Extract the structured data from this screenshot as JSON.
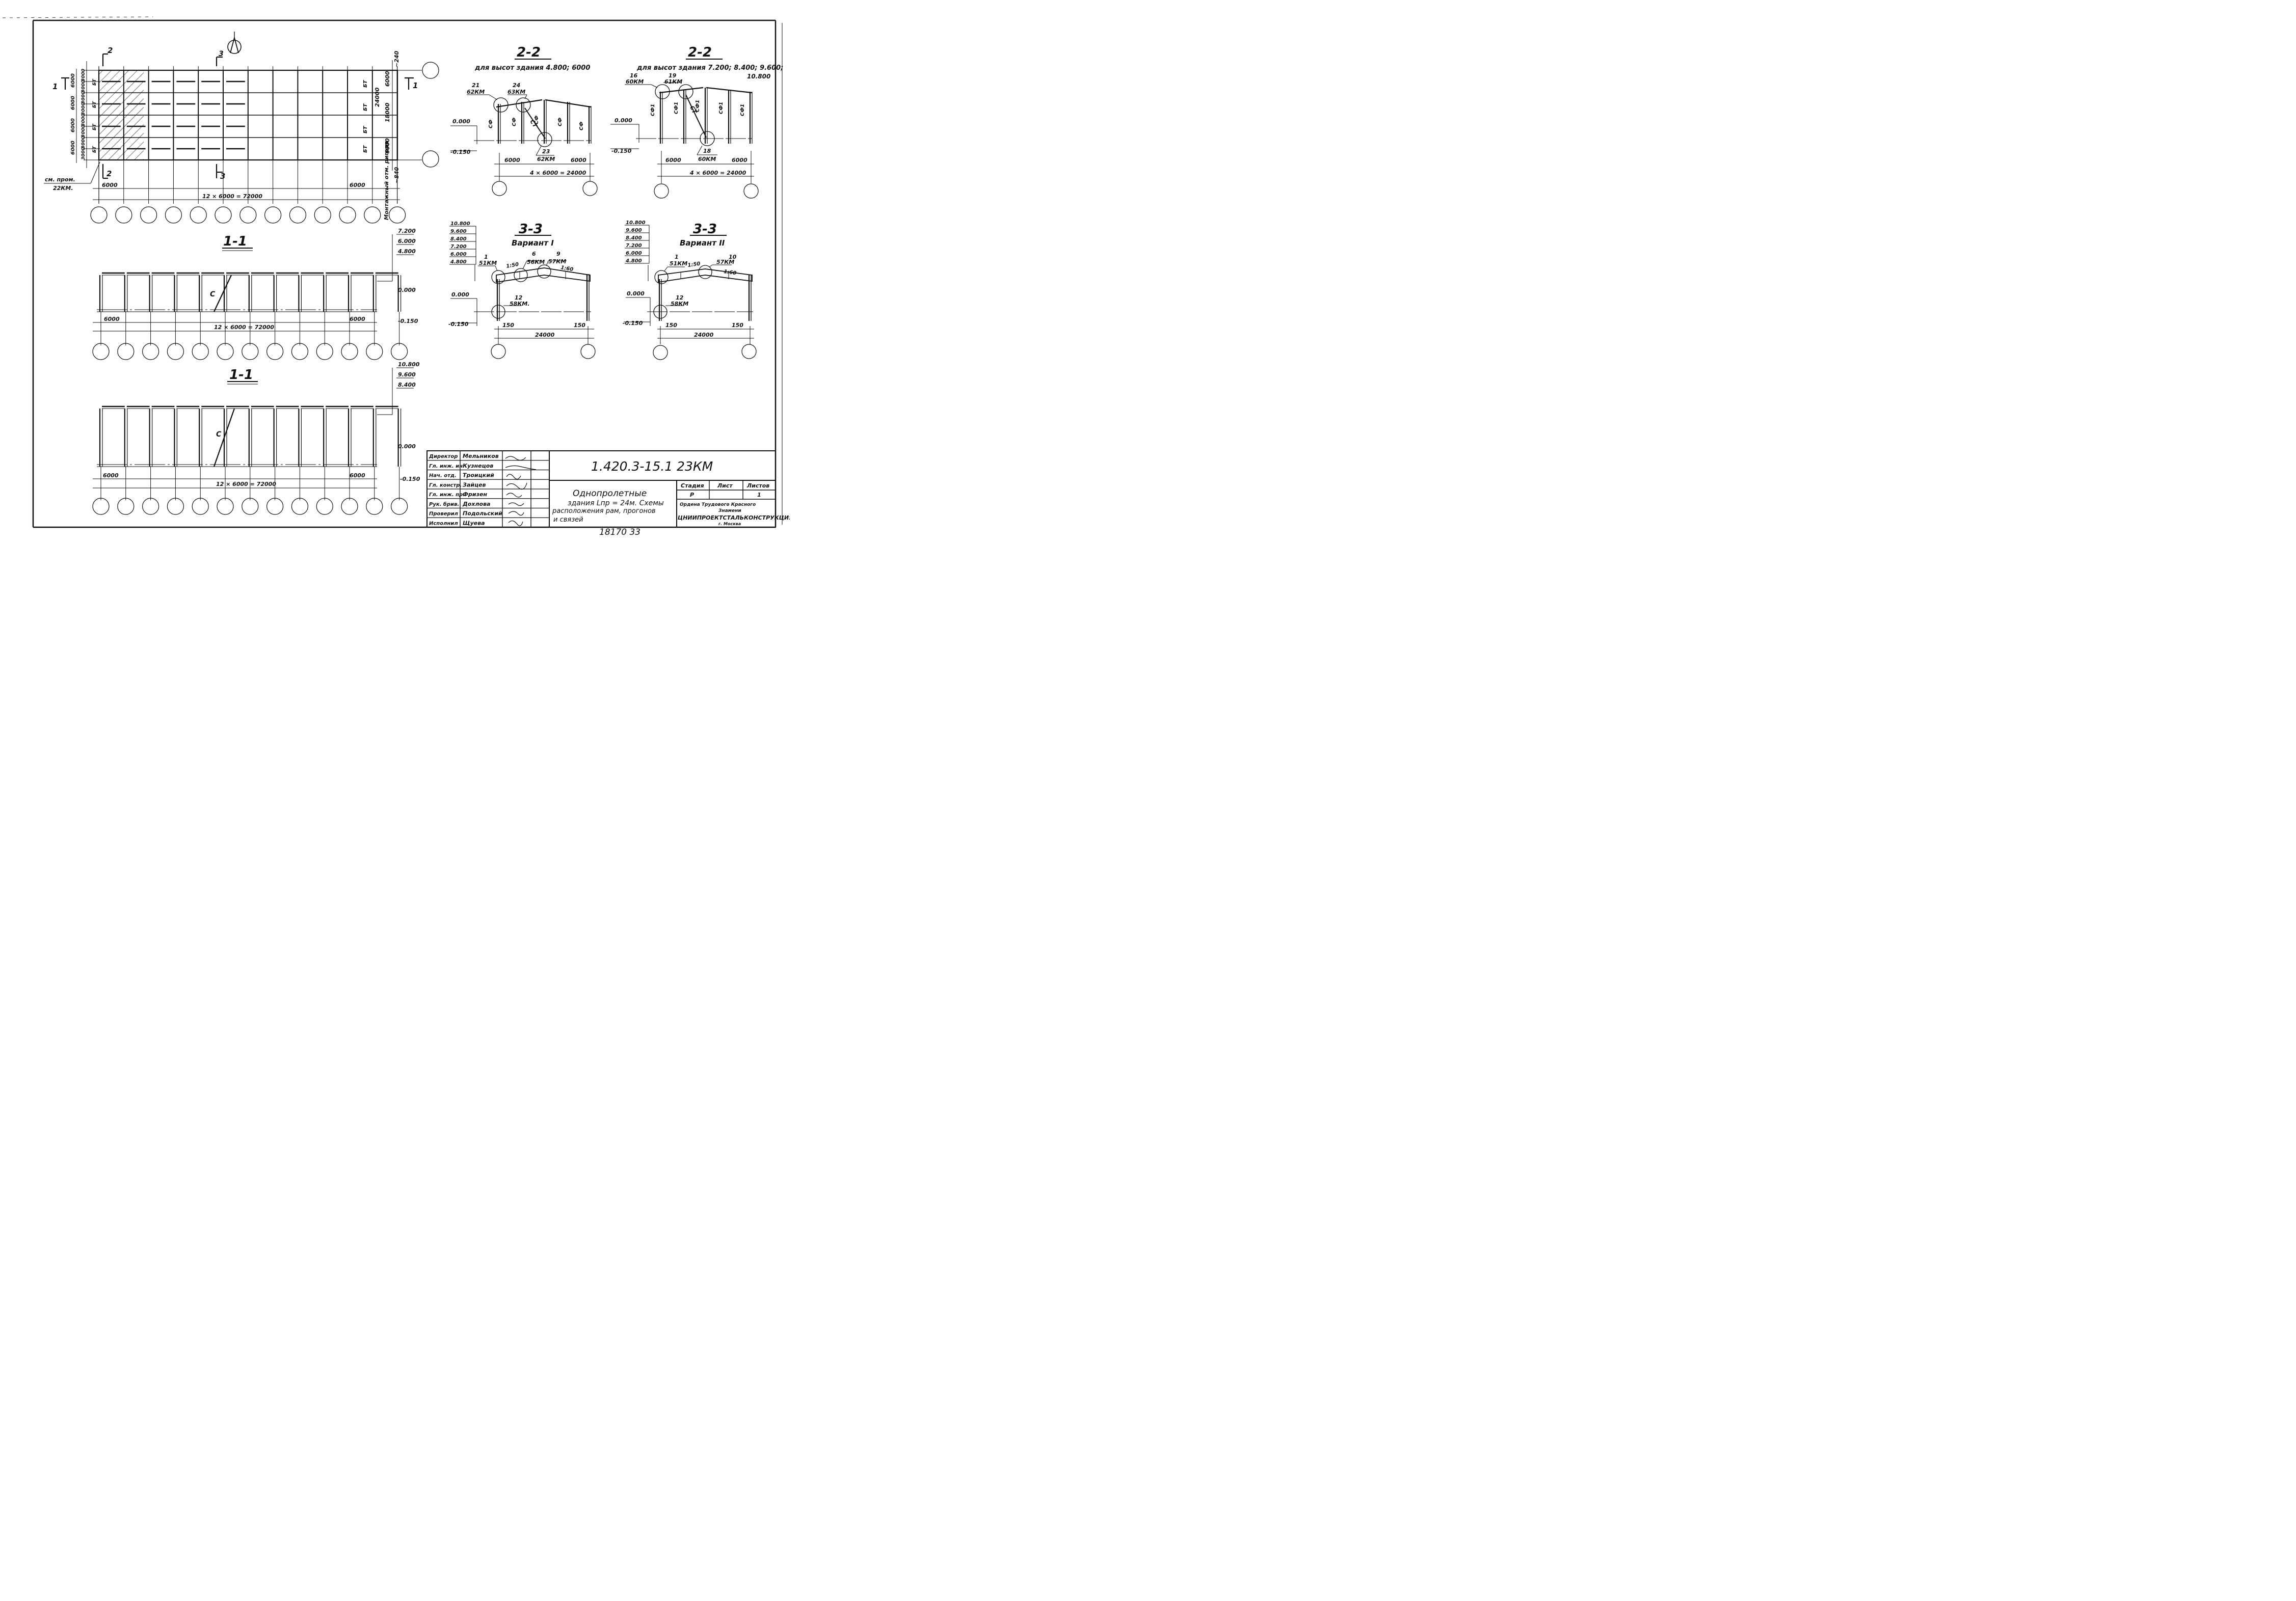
{
  "plan": {
    "section_marks": [
      "2",
      "3",
      "1",
      "1",
      "2",
      "3"
    ],
    "bay_labels": [
      "БТ",
      "БТ",
      "БТ",
      "БТ"
    ],
    "left_dims": [
      "3000",
      "3000",
      "3000",
      "3000",
      "3000",
      "3000",
      "3000",
      "3000"
    ],
    "left_outer_dims": [
      "6000",
      "6000",
      "6000",
      "6000"
    ],
    "right_labels": [
      "БТ",
      "БТ",
      "БТ",
      "БТ"
    ],
    "right_dims": [
      "6000",
      "18000",
      "24000",
      "6000"
    ],
    "right_offsets": [
      "~240",
      "~840"
    ],
    "note_line1": "см. пром.",
    "note_line2": "22КМ.",
    "dim_first": "6000",
    "dim_last": "6000",
    "dim_total": "12 × 6000 = 72000",
    "vertical_note": "Монтажный отм. ригеля"
  },
  "sections": {
    "s11a": {
      "title": "1-1",
      "brace": "С",
      "elev_top": [
        "7.200",
        "6.000",
        "4.800"
      ],
      "elev_mid": "0.000",
      "elev_bot": "-0.150",
      "dim_first": "6000",
      "dim_last": "6000",
      "dim_total": "12 × 6000 = 72000"
    },
    "s11b": {
      "title": "1-1",
      "brace": "С",
      "elev_top": [
        "10.800",
        "9.600",
        "8.400"
      ],
      "elev_mid": "0.000",
      "elev_bot": "-0.150",
      "dim_first": "6000",
      "dim_last": "6000",
      "dim_total": "12 × 6000 = 72000"
    },
    "s22a": {
      "title": "2-2",
      "subtitle": "для высот здания 4.800; 6000",
      "callout_a_num": "21",
      "callout_a_ref": "62КМ",
      "callout_b_num": "24",
      "callout_b_ref": "63КМ",
      "callout_c_num": "23",
      "callout_c_ref": "62КМ",
      "col_labels": [
        "СФ",
        "СФ",
        "СФ",
        "СФ",
        "СФ"
      ],
      "brace": "СТ",
      "elev_mid": "0.000",
      "elev_bot": "-0.150",
      "dim_left": "6000",
      "dim_right": "6000",
      "dim_total": "4 × 6000 = 24000"
    },
    "s22b": {
      "title": "2-2",
      "subtitle": "для высот здания 7.200; 8.400; 9.600;",
      "subtitle2": "10.800",
      "callout_a_num": "16",
      "callout_a_ref": "60КМ",
      "callout_b_num": "19",
      "callout_b_ref": "61КМ",
      "callout_c_num": "18",
      "callout_c_ref": "60КМ",
      "col_labels": [
        "СФ1",
        "СФ1",
        "СФ1",
        "СФ1",
        "СФ1"
      ],
      "brace": "СТ",
      "elev_mid": "0.000",
      "elev_bot": "-0.150",
      "dim_left": "6000",
      "dim_right": "6000",
      "dim_total": "4 × 6000 = 24000"
    },
    "s33a": {
      "title": "3-3",
      "subtitle": "Вариант I",
      "elev_list": [
        "10.800",
        "9.600",
        "8.400",
        "7.200",
        "6.000",
        "4.800"
      ],
      "callout_1_num": "1",
      "callout_1_ref": "51КМ",
      "callout_2_num": "6",
      "callout_2_ref": "56КМ",
      "callout_3_num": "9",
      "callout_3_ref": "57КМ",
      "slope": "1:50",
      "slope2": "1:60",
      "callout_4_num": "12",
      "callout_4_ref": "58КМ.",
      "elev_mid": "0.000",
      "elev_bot": "-0.150",
      "dim_left": "150",
      "dim_right": "150",
      "dim_total": "24000"
    },
    "s33b": {
      "title": "3-3",
      "subtitle": "Вариант II",
      "elev_list": [
        "10.800",
        "9.600",
        "8.400",
        "7.200",
        "6.000",
        "4.800"
      ],
      "callout_1_num": "1",
      "callout_1_ref": "51КМ",
      "callout_2_num": "10",
      "callout_2_ref": "57КМ",
      "slope": "1:50",
      "slope2": "1:60",
      "callout_4_num": "12",
      "callout_4_ref": "58КМ",
      "elev_mid": "0.000",
      "elev_bot": "-0.150",
      "dim_left": "150",
      "dim_right": "150",
      "dim_total": "24000"
    }
  },
  "title_block": {
    "rows": [
      {
        "role": "Директор",
        "name": "Мельников"
      },
      {
        "role": "Гл. инж. ин.",
        "name": "Кузнецов"
      },
      {
        "role": "Нач. отд.",
        "name": "Троицкий"
      },
      {
        "role": "Гл. констр.",
        "name": "Зайцев"
      },
      {
        "role": "Гл. инж. пр.",
        "name": "Фризен"
      },
      {
        "role": "Рук. брив.",
        "name": "Дохлова"
      },
      {
        "role": "Проверил",
        "name": "Подольский"
      },
      {
        "role": "Исполнил",
        "name": "Щуева"
      }
    ],
    "code": "1.420.3-15.1  23КМ",
    "desc_line1": "Однопролетные",
    "desc_line2": "здания  Lпр = 24м. Схемы",
    "desc_line3": "расположения рам, прогонов",
    "desc_line4": "и  связей",
    "stage_label": "Стадия",
    "sheet_label": "Лист",
    "sheets_label": "Листов",
    "stage_value": "Р",
    "sheets_value": "1",
    "org_line1": "Ордена  Трудового  Красного",
    "org_line2": "Знамени",
    "org_line3": "ЦНИИПРОЕКТСТАЛЬКОНСТРУКЦИЯ",
    "org_line4": "г. Москва",
    "stamp": "18170    33"
  }
}
